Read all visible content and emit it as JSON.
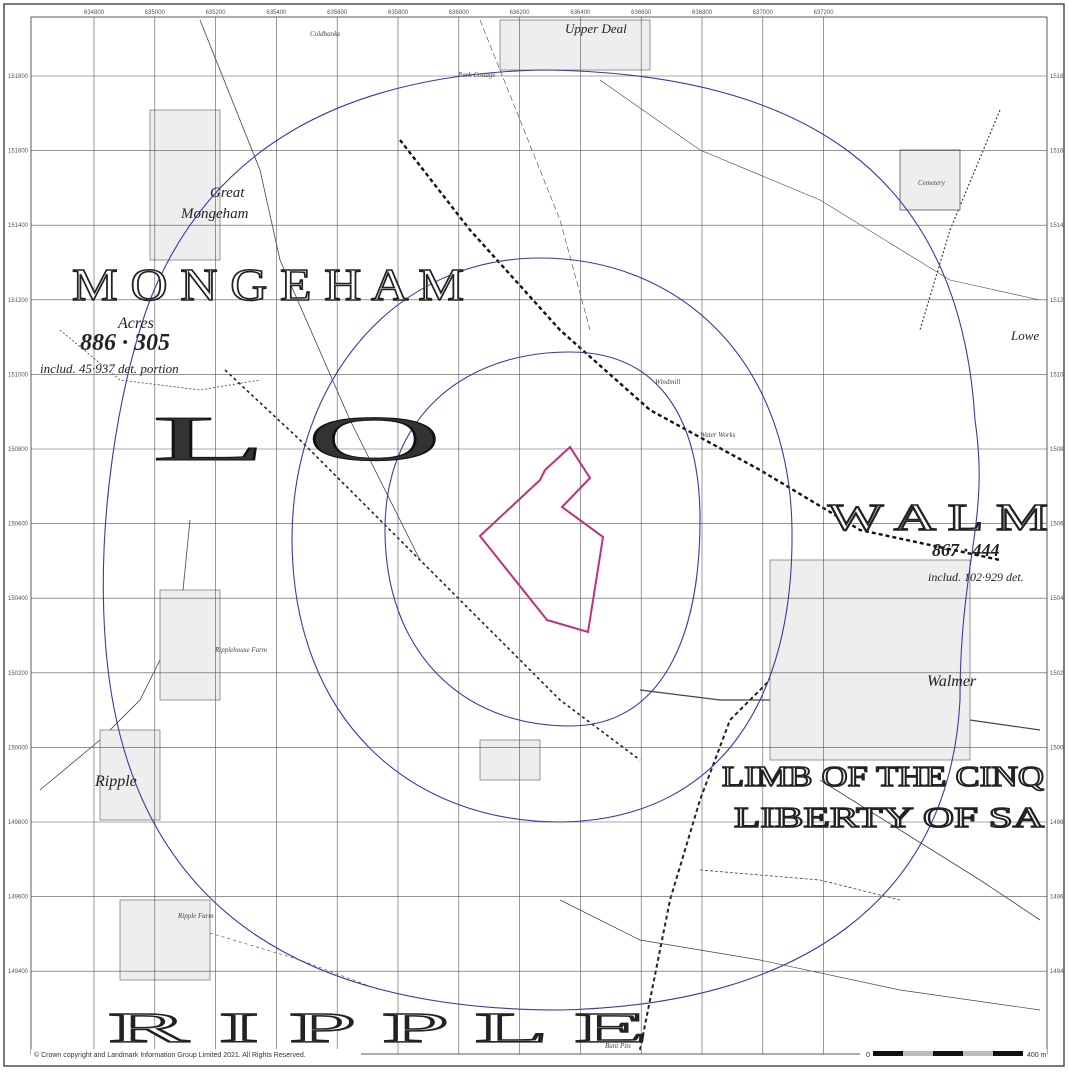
{
  "grid": {
    "x_labels": [
      "634800",
      "635000",
      "635200",
      "635400",
      "635600",
      "635800",
      "636000",
      "636200",
      "636400",
      "636600",
      "636800",
      "637000",
      "637200"
    ],
    "y_labels": [
      "151800",
      "151600",
      "151400",
      "151200",
      "151000",
      "150800",
      "150600",
      "150400",
      "150200",
      "150000",
      "149800",
      "149600",
      "149400"
    ],
    "y_labels_right": [
      "1518",
      "1516",
      "1514",
      "1512",
      "1510",
      "1508",
      "1506",
      "1504",
      "1502",
      "1500",
      "1498",
      "1496",
      "1494"
    ]
  },
  "places": {
    "great": "Great",
    "mongeham": "Mongeham",
    "ripple": "Ripple",
    "walmer": "Walmer",
    "upper_deal": "Upper Deal",
    "lowe": "Lowe",
    "water_works": "Water Works",
    "ripple_farm": "Ripple Farm",
    "ripplehouse_farm": "Ripplehouse Farm",
    "windmill": "Windmill",
    "cemetery": "Cemetery",
    "bunt_pits": "Bunt Pits",
    "park_cottage": "Park Cottage",
    "coldbanks": "Coldbanks"
  },
  "parish": {
    "mongeham": "M O N G E H A M",
    "mongeham_acres_word": "Acres",
    "mongeham_acres": "886 · 305",
    "mongeham_detail": "includ. 45·937 det. portion",
    "lo": "L    O",
    "wal": "W  A  L  M",
    "wal_acres": "867 · 444",
    "wal_detail": "includ. 102·929 det.",
    "limb": "LIMB OF THE CINQ",
    "liberty": "LIBERTY OF SA",
    "ripple": "R   I   P   P   L   E"
  },
  "footer": {
    "copyright": "© Crown copyright and Landmark Information Group Limited 2021.  All Rights Reserved.",
    "scale_label": "400 m",
    "scale_zero": "0"
  },
  "colors": {
    "buffer": "#3a3aa8",
    "site": "#c0307a",
    "grid": "#555555"
  }
}
